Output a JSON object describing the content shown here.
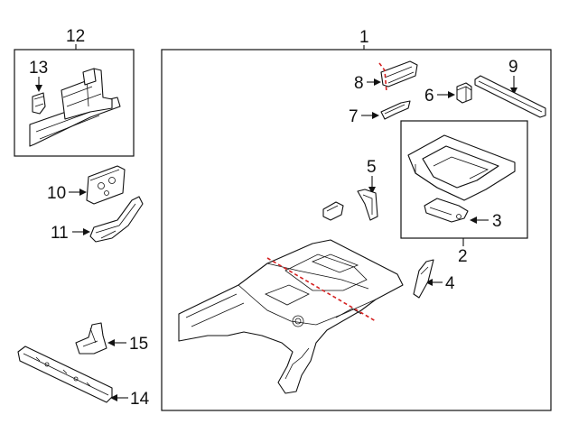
{
  "diagram": {
    "callouts": {
      "c1": "1",
      "c2": "2",
      "c3": "3",
      "c4": "4",
      "c5": "5",
      "c6": "6",
      "c7": "7",
      "c8": "8",
      "c9": "9",
      "c10": "10",
      "c11": "11",
      "c12": "12",
      "c13": "13",
      "c14": "14",
      "c15": "15"
    },
    "colors": {
      "line": "#111111",
      "cut_line": "#d42020",
      "background": "#ffffff"
    }
  }
}
